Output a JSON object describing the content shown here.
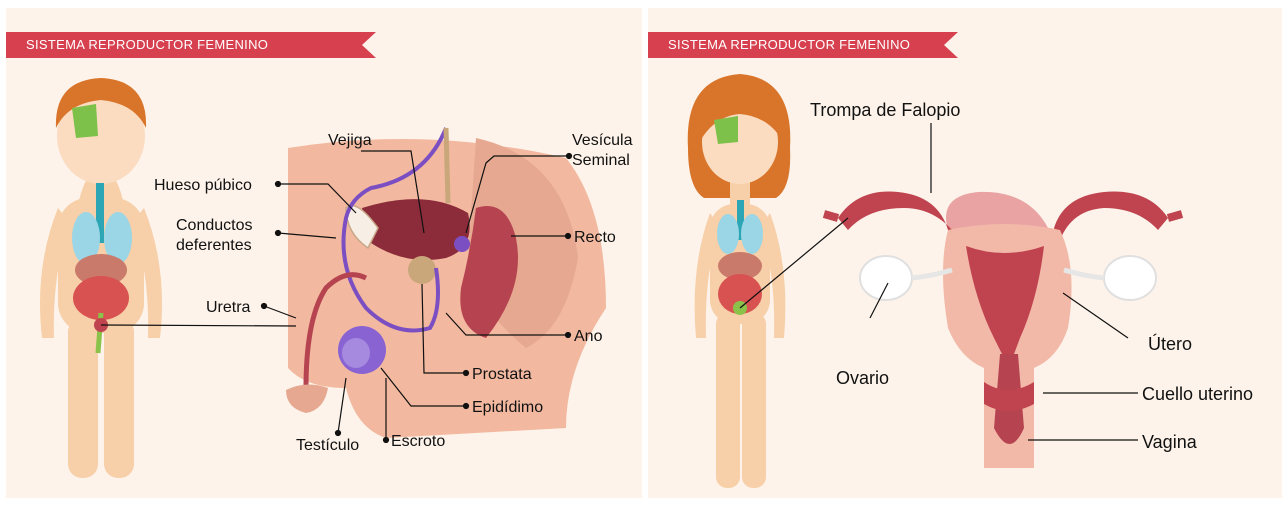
{
  "left": {
    "banner": "SISTEMA REPRODUCTOR FEMENINO",
    "labels": {
      "vejiga": "Vejiga",
      "vesicula1": "Vesícula",
      "vesicula2": "Seminal",
      "hueso": "Hueso púbico",
      "conductos1": "Conductos",
      "conductos2": "deferentes",
      "recto": "Recto",
      "uretra": "Uretra",
      "ano": "Ano",
      "prostata": "Prostata",
      "epididimo": "Epidídimo",
      "testiculo": "Testículo",
      "escroto": "Escroto"
    }
  },
  "right": {
    "banner": "SISTEMA REPRODUCTOR FEMENINO",
    "labels": {
      "trompa": "Trompa de Falopio",
      "ovario": "Ovario",
      "utero": "Útero",
      "cuello": "Cuello uterino",
      "vagina": "Vagina"
    }
  },
  "colors": {
    "banner": "#d6404f",
    "panel_bg": "#fdf3ea",
    "skin": "#f7cfa8",
    "hair": "#d9752a",
    "uterus": "#c0444f",
    "bladder": "#8c2c3a",
    "vas": "#7b4fc2",
    "testicle": "#8a63d2",
    "prostate": "#c9a77a"
  }
}
